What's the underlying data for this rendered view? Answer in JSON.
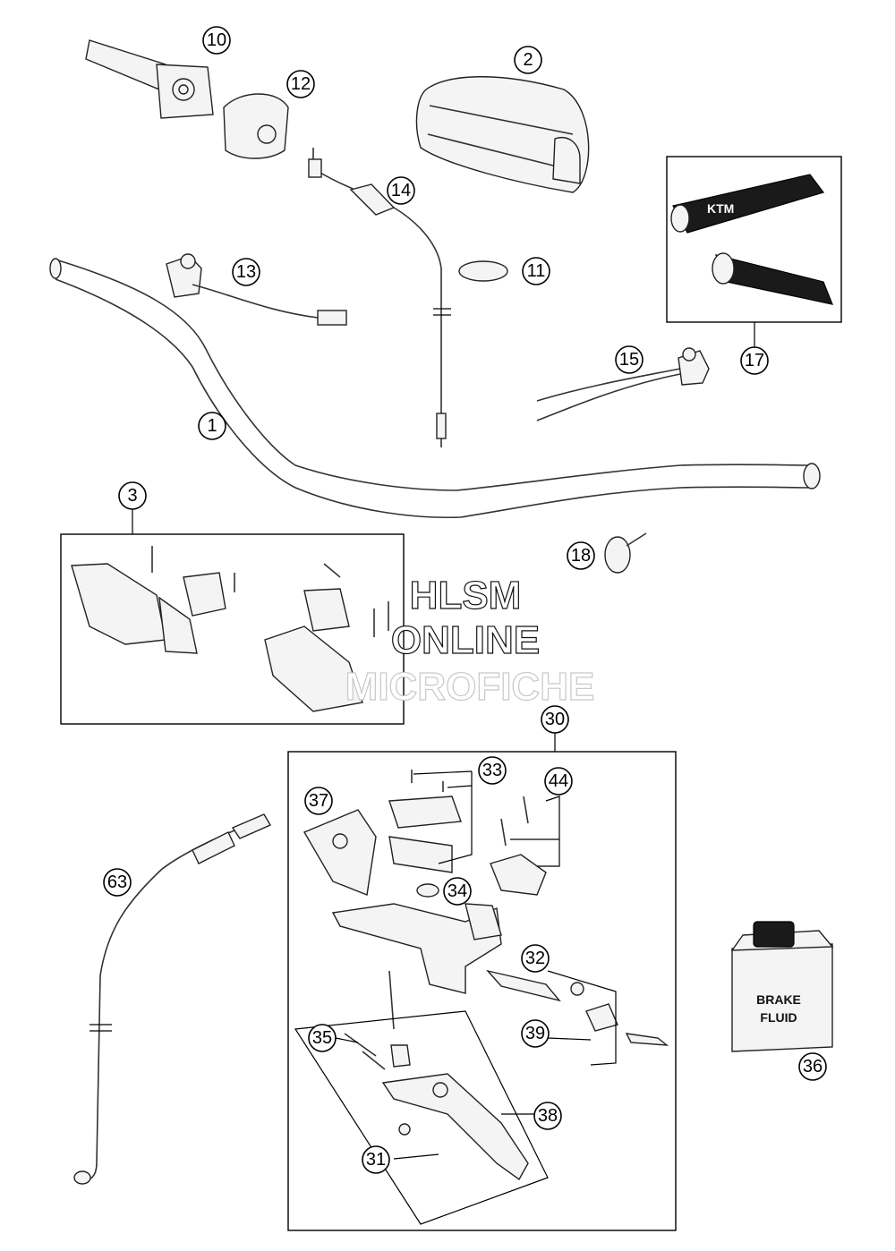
{
  "watermark": {
    "line1": "HLSM",
    "line2": "ONLINE",
    "line3": "MICROFICHE"
  },
  "part_labels": {
    "brake_fluid_line1": "BRAKE",
    "brake_fluid_line2": "FLUID",
    "grip_logo": "KTM"
  },
  "callouts": [
    "1",
    "2",
    "3",
    "10",
    "11",
    "12",
    "13",
    "14",
    "15",
    "17",
    "18",
    "30",
    "31",
    "32",
    "33",
    "34",
    "35",
    "36",
    "37",
    "38",
    "39",
    "44",
    "63"
  ]
}
